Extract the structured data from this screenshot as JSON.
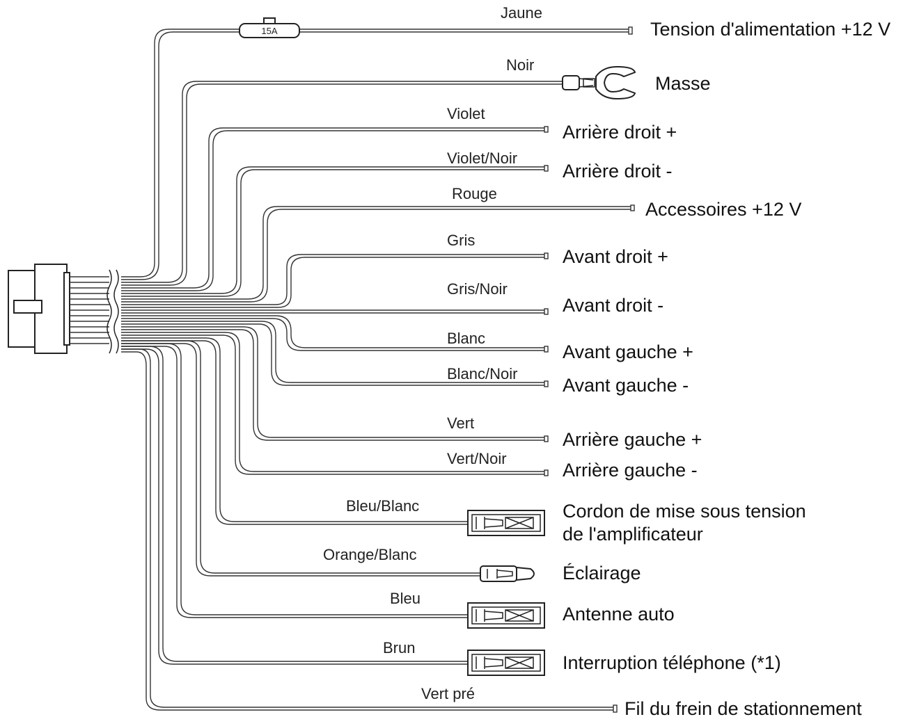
{
  "fuse_rating": "15A",
  "wires": [
    {
      "color": "Jaune",
      "function": "Tension d'alimentation +12 V",
      "end": "plain"
    },
    {
      "color": "Noir",
      "function": "Masse",
      "end": "ring"
    },
    {
      "color": "Violet",
      "function": "Arrière droit +",
      "end": "plain"
    },
    {
      "color": "Violet/Noir",
      "function": "Arrière droit  -",
      "end": "plain"
    },
    {
      "color": "Rouge",
      "function": "Accessoires +12 V",
      "end": "plain"
    },
    {
      "color": "Gris",
      "function": "Avant droit  +",
      "end": "plain"
    },
    {
      "color": "Gris/Noir",
      "function": "Avant droit  -",
      "end": "plain"
    },
    {
      "color": "Blanc",
      "function": "Avant gauche +",
      "end": "plain"
    },
    {
      "color": "Blanc/Noir",
      "function": "Avant gauche  -",
      "end": "plain"
    },
    {
      "color": "Vert",
      "function": "Arrière gauche +",
      "end": "plain"
    },
    {
      "color": "Vert/Noir",
      "function": "Arrière gauche  -",
      "end": "plain"
    },
    {
      "color": "Bleu/Blanc",
      "function": "Cordon de mise sous tension",
      "function_line2": "de l'amplificateur",
      "end": "female-connector"
    },
    {
      "color": "Orange/Blanc",
      "function": "Éclairage",
      "end": "male-connector"
    },
    {
      "color": "Bleu",
      "function": "Antenne auto",
      "end": "female-connector"
    },
    {
      "color": "Brun",
      "function": "Interruption téléphone (*1)",
      "end": "female-connector"
    },
    {
      "color": "Vert pré",
      "function": "Fil du frein de stationnement",
      "end": "plain"
    }
  ]
}
